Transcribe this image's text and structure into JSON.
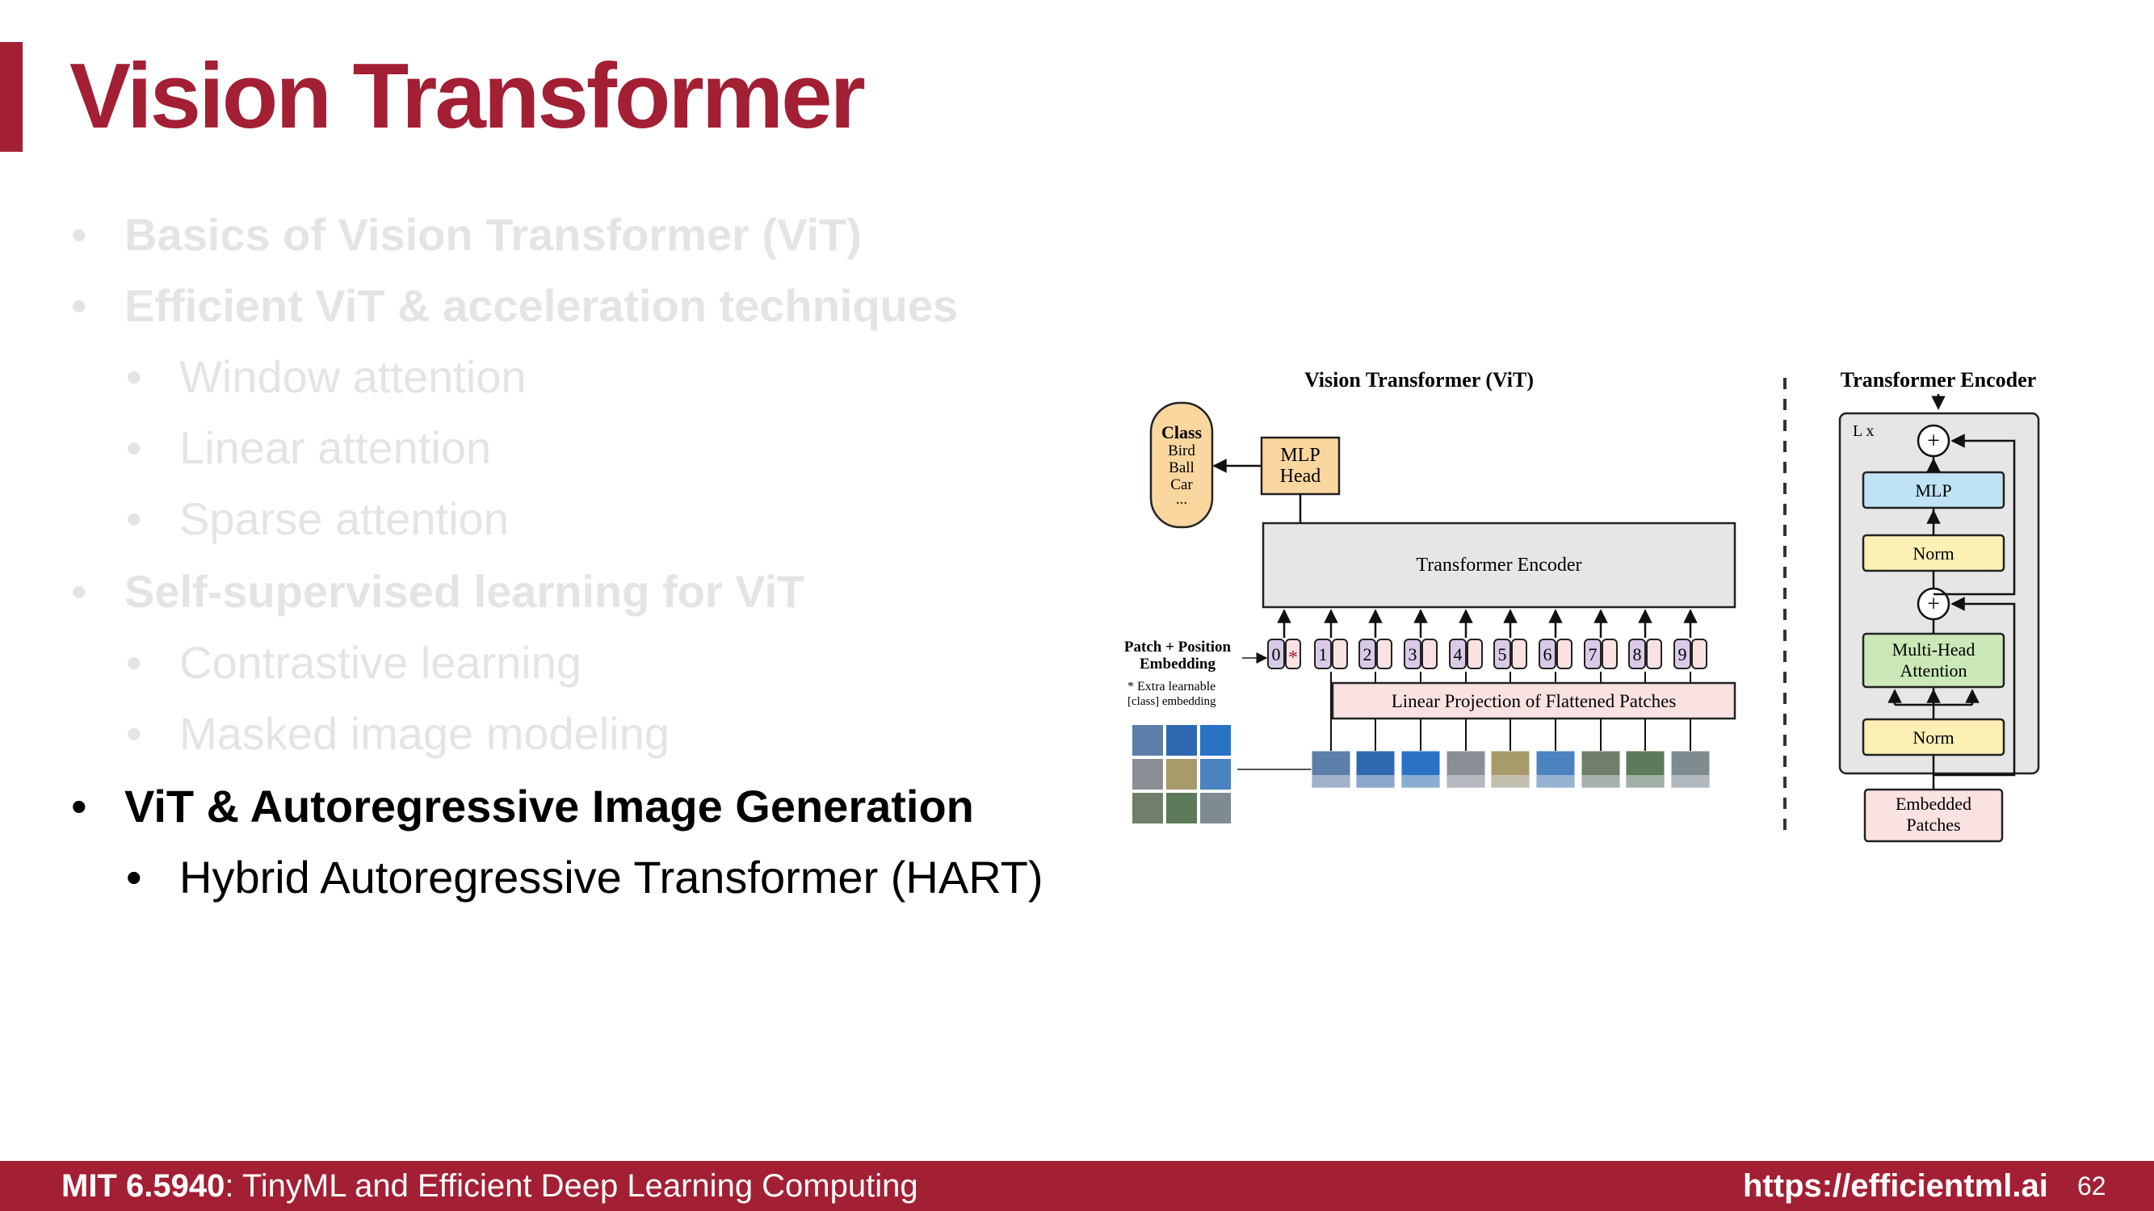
{
  "slide": {
    "title": "Vision Transformer",
    "page_number": "62"
  },
  "outline": [
    {
      "text": "Basics of Vision Transformer (ViT)",
      "level": 1,
      "state": "faded"
    },
    {
      "text": "Efficient ViT & acceleration techniques",
      "level": 1,
      "state": "faded"
    },
    {
      "text": "Window attention",
      "level": 2,
      "state": "faded"
    },
    {
      "text": "Linear attention",
      "level": 2,
      "state": "faded"
    },
    {
      "text": "Sparse attention",
      "level": 2,
      "state": "faded"
    },
    {
      "text": "Self-supervised learning for ViT",
      "level": 1,
      "state": "faded"
    },
    {
      "text": "Contrastive learning",
      "level": 2,
      "state": "faded"
    },
    {
      "text": "Masked image modeling",
      "level": 2,
      "state": "faded"
    },
    {
      "text": "ViT & Autoregressive Image Generation",
      "level": 1,
      "state": "active"
    },
    {
      "text": "Hybrid Autoregressive Transformer (HART)",
      "level": 2,
      "state": "active"
    }
  ],
  "bullet_glyph": "•",
  "diagram": {
    "vit_title": "Vision Transformer (ViT)",
    "class_box": {
      "title": "Class",
      "items": [
        "Bird",
        "Ball",
        "Car",
        "..."
      ]
    },
    "mlp_head": [
      "MLP",
      "Head"
    ],
    "encoder_label": "Transformer Encoder",
    "patch_embedding_label": [
      "Patch + Position",
      "Embedding"
    ],
    "extra_note": [
      "* Extra learnable",
      "[class] embedding"
    ],
    "position_tokens": [
      "0",
      "1",
      "2",
      "3",
      "4",
      "5",
      "6",
      "7",
      "8",
      "9"
    ],
    "class_token_marker": "*",
    "linear_projection": "Linear Projection of Flattened Patches",
    "encoder_detail": {
      "title": "Transformer Encoder",
      "repeat": "L x",
      "mlp": "MLP",
      "norm_upper": "Norm",
      "attention": [
        "Multi-Head",
        "Attention"
      ],
      "norm_lower": "Norm",
      "embedded": [
        "Embedded",
        "Patches"
      ],
      "plus": "+"
    }
  },
  "footer": {
    "course_code": "MIT 6.5940",
    "course_name": ": TinyML and Efficient Deep Learning Computing",
    "url": "https://efficientml.ai"
  },
  "colors": {
    "brand": "#a31f34",
    "faded_text": "#e4e4e4",
    "class_box": "#fbd7a0",
    "mlp_head": "#fbd7a0",
    "encoder_fill": "#e6e6e6",
    "linear_proj": "#fbe2e2",
    "token_position": "#d9cbe8",
    "token_embed": "#fbe2e2",
    "mlp_block": "#bfe3f5",
    "norm_block": "#fdf0b5",
    "attention_block": "#cbe8b8",
    "embedded_block": "#fbe2e2"
  }
}
